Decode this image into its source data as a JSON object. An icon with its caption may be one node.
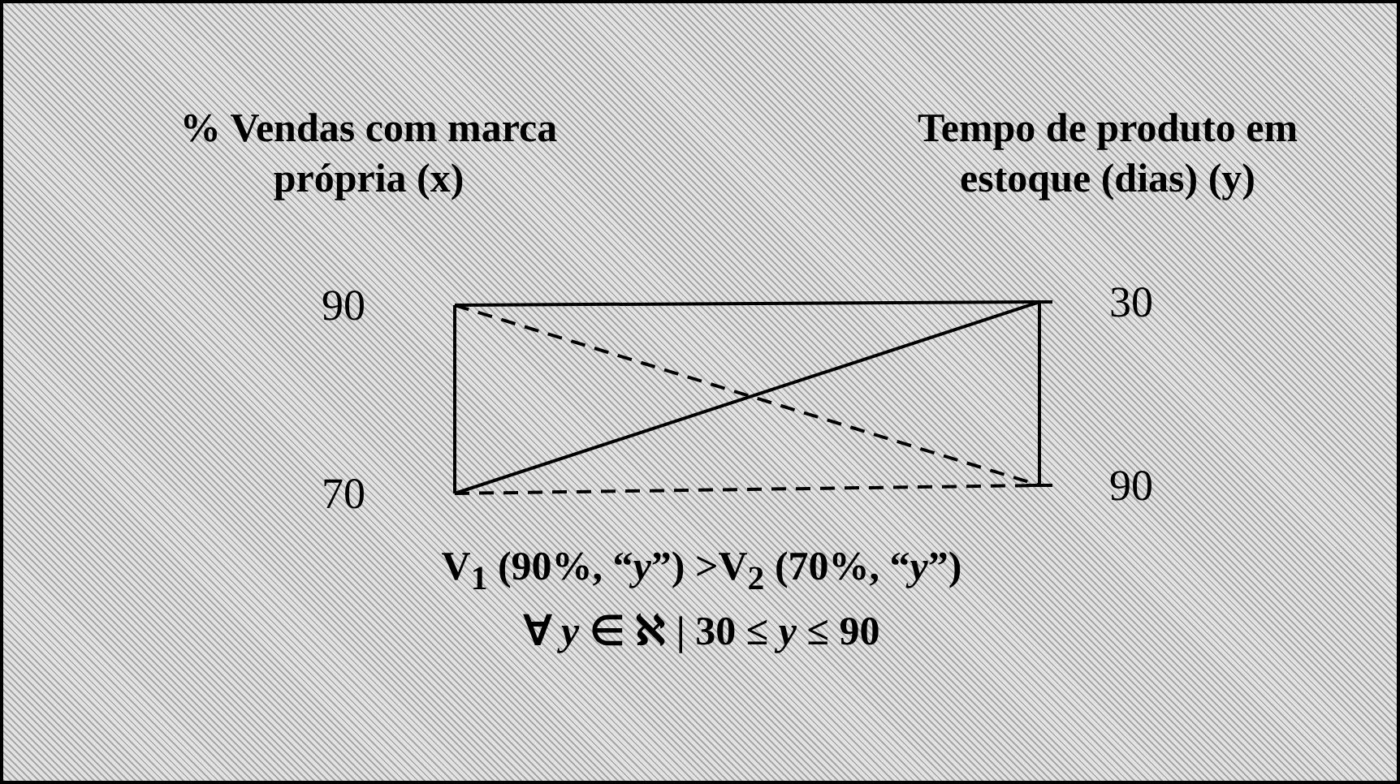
{
  "diagram": {
    "nodes": [
      {
        "text": [
          "90"
        ]
      },
      {
        "text": [
          "70"
        ]
      },
      {
        "text": [
          "30"
        ]
      },
      {
        "text": [
          "90"
        ]
      }
    ],
    "edges": [
      {
        "from": 0,
        "to": 2,
        "arrow": "none"
      },
      {
        "from": 1,
        "to": 2,
        "arrow": "none"
      },
      {
        "from": 0,
        "to": 3,
        "arrow": "none",
        "style": "dashed"
      },
      {
        "from": 1,
        "to": 3,
        "arrow": "none",
        "style": "dashed"
      }
    ],
    "labels": [
      "% Vendas com marca própria (x)",
      "Tempo de produto em estoque (dias) (y)",
      "V$_{1}$ (90%, “*y*”) >V$_{2}$ (70%, “*y*”)",
      "∀ *y* ∈ ℵ | 30 ≤ *y* ≤ 90"
    ]
  }
}
